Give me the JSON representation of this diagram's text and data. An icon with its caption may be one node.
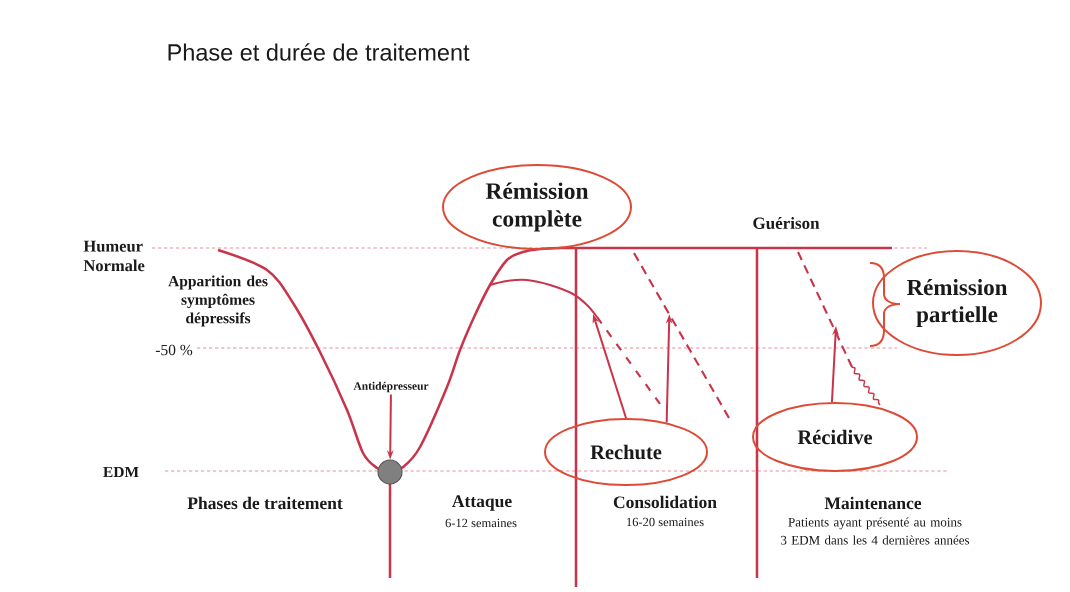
{
  "diagram": {
    "title": "Phase et durée de traitement",
    "nodes": [
      {
        "text": [
          "Rémission complète"
        ]
      },
      {
        "text": [
          "Rémission partielle"
        ]
      },
      {
        "text": [],
        "shape": "curve"
      },
      {
        "text": [],
        "shape": "line"
      },
      {
        "text": [],
        "shape": "line"
      },
      {
        "text": [
          "Antidépresseur"
        ]
      },
      {
        "text": [],
        "shape": "circle"
      },
      {
        "text": [
          "Rechute"
        ]
      },
      {
        "text": [
          "Récidive"
        ]
      }
    ],
    "edges": [
      {
        "from": 5,
        "to": 6,
        "arrow": "to"
      },
      {
        "from": 7,
        "to": 2,
        "arrow": "to"
      },
      {
        "from": 7,
        "to": 3,
        "arrow": "to"
      },
      {
        "from": 8,
        "to": 4,
        "arrow": "to"
      }
    ],
    "labels": [
      "Guérison",
      "Humeur Normale",
      "Apparition des symptômes dépressifs",
      "-50 %",
      "EDM",
      "Phases de traitement",
      "Attaque",
      "6-12 semaines",
      "Consolidation",
      "16-20 semaines",
      "Maintenance",
      "Patients ayant présenté au moins 3 EDM dans les 4 dernières années"
    ]
  }
}
